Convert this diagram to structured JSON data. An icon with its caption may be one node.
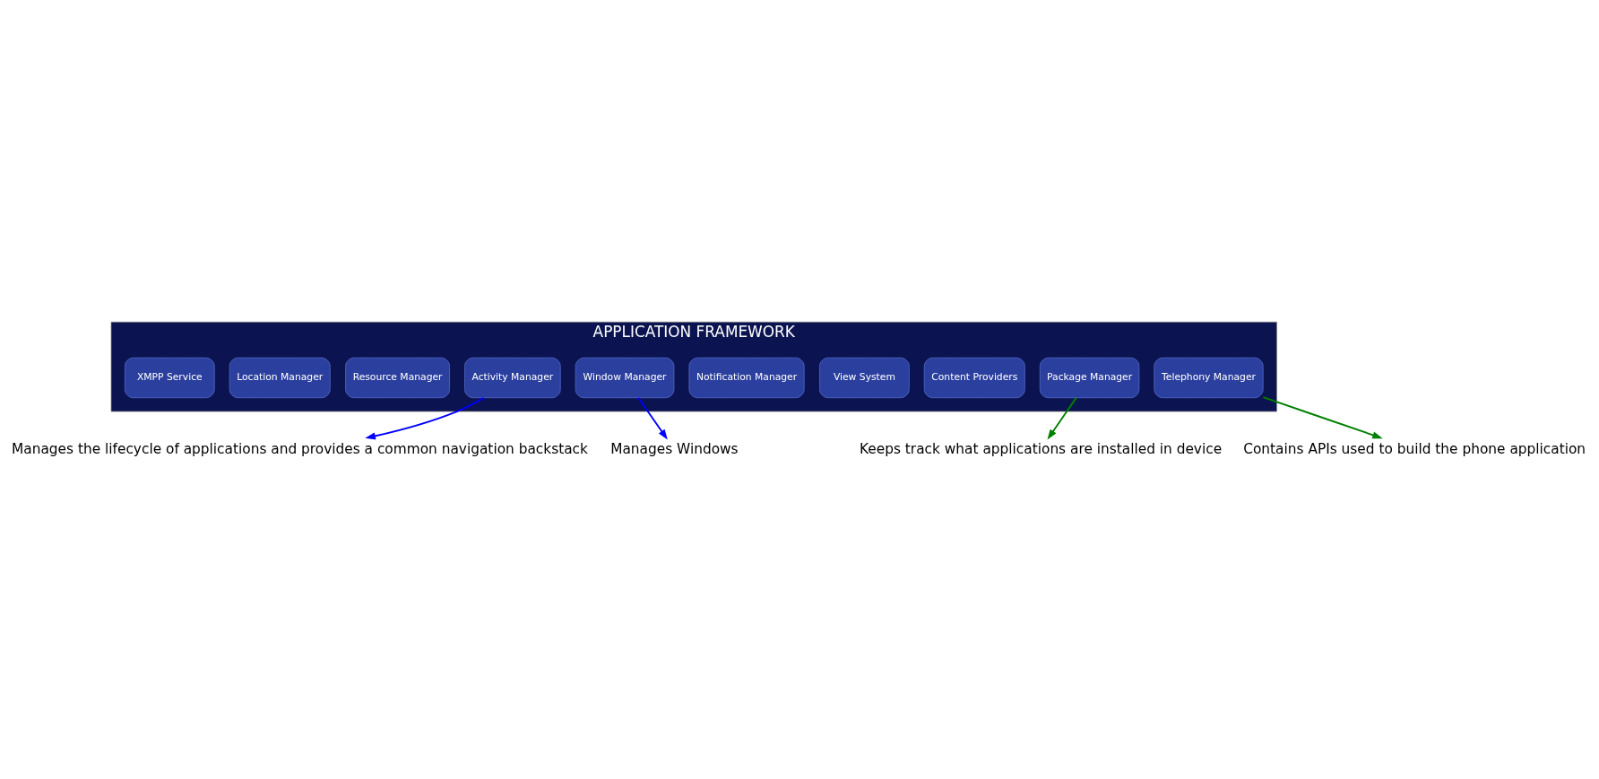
{
  "diagram": {
    "nodes": [
      {
        "text": [
          "APPLICATION FRAMEWORK"
        ]
      },
      {
        "text": [
          "Activity Manager"
        ],
        "in": 0
      },
      {
        "text": [
          "Window Manager"
        ],
        "in": 0
      },
      {
        "text": [
          "Content Providers"
        ],
        "in": 0
      },
      {
        "text": [
          "View System"
        ],
        "in": 0
      },
      {
        "text": [
          "Notification Manager"
        ],
        "in": 0
      },
      {
        "text": [
          "Package Manager"
        ],
        "in": 0
      },
      {
        "text": [
          "Telephony Manager"
        ],
        "in": 0
      },
      {
        "text": [
          "Resource Manager"
        ],
        "in": 0
      },
      {
        "text": [
          "Location Manager"
        ],
        "in": 0
      },
      {
        "text": [
          "XMPP Service"
        ],
        "in": 0
      },
      {
        "text": [
          "Manages the lifecycle of applications and provides a common navigation backstack"
        ]
      },
      {
        "text": [
          "Manages Windows"
        ]
      },
      {
        "text": [
          "Contains APIs used to build the phone application"
        ]
      },
      {
        "text": [
          "Keeps track what applications are installed in device"
        ]
      }
    ],
    "edges": [
      {
        "from": 1,
        "to": 11,
        "arrow": "to",
        "color": "#0000ff"
      },
      {
        "from": 2,
        "to": 12,
        "arrow": "to",
        "color": "#0000ff"
      },
      {
        "from": 7,
        "to": 13,
        "arrow": "to",
        "color": "#008000"
      },
      {
        "from": 6,
        "to": 14,
        "arrow": "to",
        "color": "#008000"
      }
    ]
  }
}
